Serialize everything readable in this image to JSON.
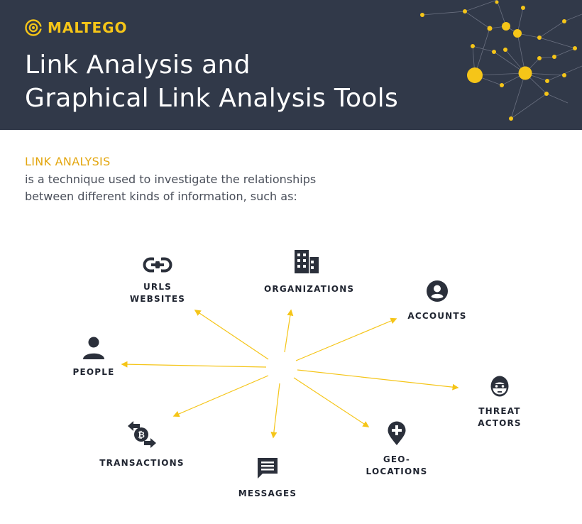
{
  "brand": {
    "name": "MALTEGO",
    "accent": "#f5c518",
    "header_bg": "#313949"
  },
  "title": {
    "line1": "Link Analysis and",
    "line2": "Graphical Link Analysis Tools"
  },
  "intro": {
    "term": "LINK ANALYSIS",
    "text": "is a technique used to investigate the relationships between different kinds of information, such as:"
  },
  "diagram": {
    "arrow_color": "#f5c518",
    "icon_color": "#2b303b",
    "nodes": [
      {
        "id": "urls",
        "label": "URLS\nWEBSITES",
        "icon": "link-icon"
      },
      {
        "id": "organizations",
        "label": "ORGANIZATIONS",
        "icon": "building-icon"
      },
      {
        "id": "accounts",
        "label": "ACCOUNTS",
        "icon": "account-circle-icon"
      },
      {
        "id": "people",
        "label": "PEOPLE",
        "icon": "person-icon"
      },
      {
        "id": "threat_actors",
        "label": "THREAT\nACTORS",
        "icon": "masked-face-icon"
      },
      {
        "id": "transactions",
        "label": "TRANSACTIONS",
        "icon": "bitcoin-exchange-icon"
      },
      {
        "id": "messages",
        "label": "MESSAGES",
        "icon": "message-icon"
      },
      {
        "id": "geolocations",
        "label": "GEO-\nLOCATIONS",
        "icon": "map-pin-plus-icon"
      }
    ]
  }
}
